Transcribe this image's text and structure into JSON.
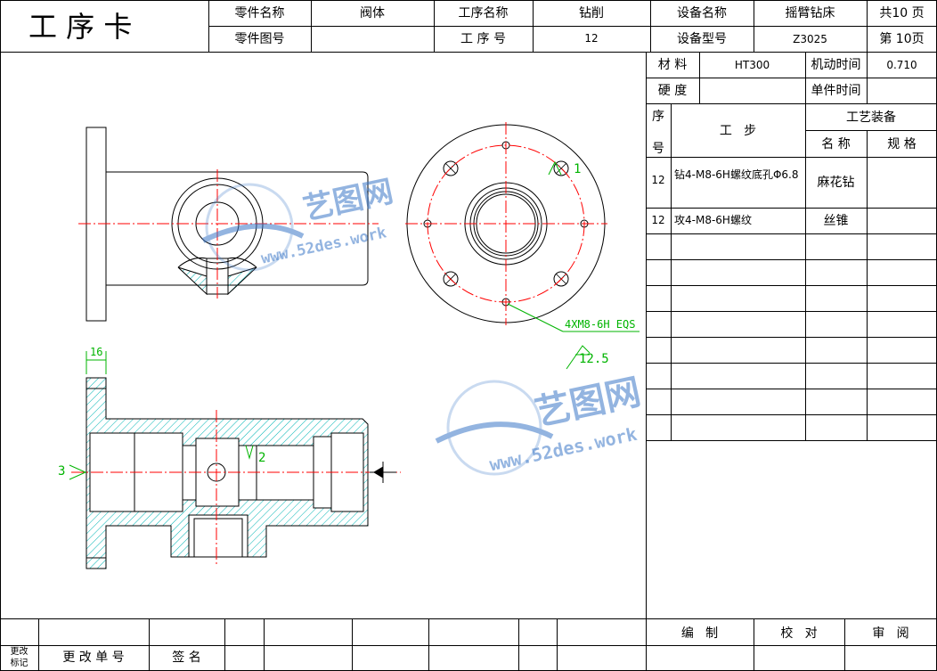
{
  "header": {
    "title": "工 序 卡",
    "part_name_label": "零件名称",
    "part_name_value": "阀体",
    "process_name_label": "工序名称",
    "process_name_value": "钻削",
    "equipment_name_label": "设备名称",
    "equipment_name_value": "摇臂钻床",
    "total_pages": "共10 页",
    "drawing_no_label": "零件图号",
    "drawing_no_value": "",
    "process_no_label": "工 序 号",
    "process_no_value": "12",
    "equipment_model_label": "设备型号",
    "equipment_model_value": "Z3025",
    "page_no": "第 10页"
  },
  "info": {
    "material_label": "材 料",
    "material_value": "HT300",
    "machine_time_label": "机动时间",
    "machine_time_value": "0.710",
    "hardness_label": "硬 度",
    "hardness_value": "",
    "unit_time_label": "单件时间",
    "unit_time_value": ""
  },
  "steps_table": {
    "col_seq_1": "序",
    "col_seq_2": "号",
    "col_step": "工   步",
    "col_equipment": "工艺装备",
    "col_name": "名 称",
    "col_spec": "规 格",
    "rows": [
      {
        "seq": "12",
        "step": "钻4-M8-6H螺纹底孔Φ6.8",
        "name": "麻花钻",
        "spec": ""
      },
      {
        "seq": "12",
        "step": "攻4-M8-6H螺纹",
        "name": "丝锥",
        "spec": ""
      }
    ]
  },
  "footer": {
    "change_mark": "更改标记",
    "change_order": "更 改 单 号",
    "signature": "签 名",
    "compile": "编   制",
    "check": "校   对",
    "review": "审   阅"
  },
  "drawing": {
    "dim_16": "16",
    "dim_thread": "4XM8-6H EQS",
    "dim_roughness": "12.5",
    "mark_1": "1",
    "mark_2": "2",
    "mark_3": "3"
  },
  "watermark": {
    "brand": "艺图网",
    "url": "www.52des.work"
  },
  "colors": {
    "line": "#000000",
    "hatch": "#00b4b4",
    "center": "#ff0000",
    "dim": "#00b400",
    "watermark": "#3c78c8"
  }
}
